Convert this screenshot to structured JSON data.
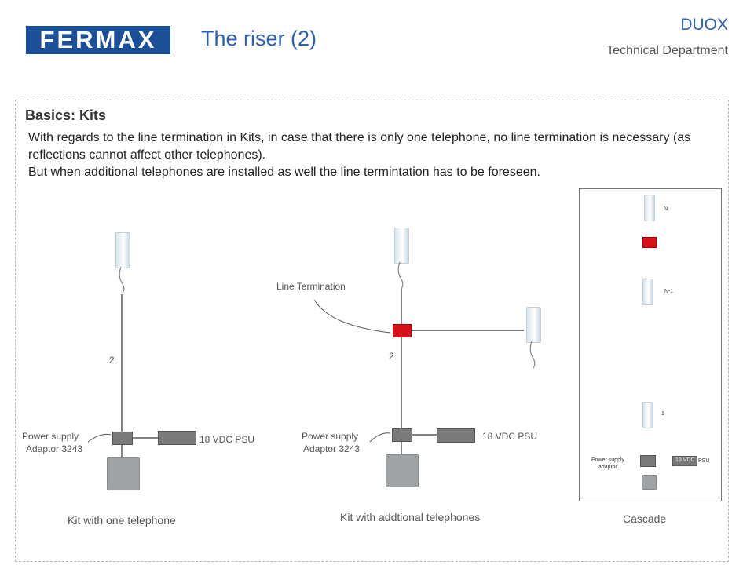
{
  "header": {
    "logo_text": "FERMAX",
    "title": "The riser (2)",
    "brand": "DUOX",
    "department": "Technical Department"
  },
  "section": {
    "heading": "Basics: Kits",
    "line1": "With regards to the line termination in Kits, in case that there is only one telephone, no line termination is necessary (as reflections cannot affect other telephones).",
    "line2": "But when additional telephones are installed as well the line termintation has to be foreseen."
  },
  "diagram_left": {
    "wire_count": "2",
    "psu_label_1": "Power supply",
    "psu_label_2": "Adaptor 3243",
    "psu_text": "18 VDC PSU",
    "caption": "Kit with one telephone"
  },
  "diagram_middle": {
    "term_label": "Line Termination",
    "wire_count": "2",
    "psu_label_1": "Power supply",
    "psu_label_2": "Adaptor 3243",
    "psu_text": "18 VDC PSU",
    "caption": "Kit with addtional telephones"
  },
  "diagram_right": {
    "label_n": "N",
    "label_n1": "N-1",
    "label_1": "1",
    "adaptor_label_1": "Power supply",
    "adaptor_label_2": "adaptor",
    "psu_text_1": "18 VDC",
    "psu_text_2": "PSU",
    "caption": "Cascade"
  },
  "colors": {
    "brand_blue": "#2e62a8",
    "logo_blue": "#1d4f96",
    "termination_red": "#d8121a"
  }
}
